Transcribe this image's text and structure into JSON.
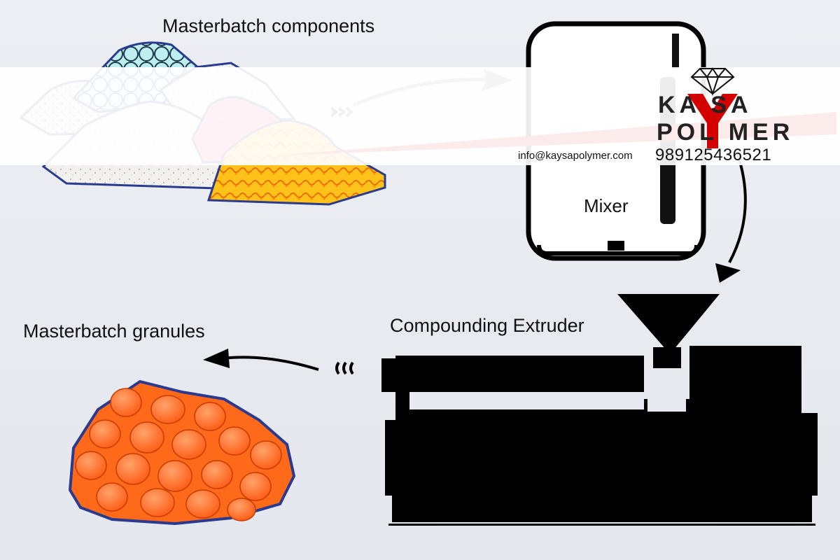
{
  "diagram": {
    "labels": {
      "components": "Masterbatch components",
      "mixer": "Mixer",
      "extruder": "Compounding Extruder",
      "granules": "Masterbatch granules"
    }
  },
  "watermark": {
    "brand_line1": "KA  SA",
    "brand_line2": "POL  MER",
    "email": "info@kaysapolymer.com",
    "phone": "989125436521"
  },
  "colors": {
    "outline": "#2a3b8f",
    "granule": "#ff6a1a",
    "machine": "#000000",
    "brand_red": "#d40000"
  }
}
